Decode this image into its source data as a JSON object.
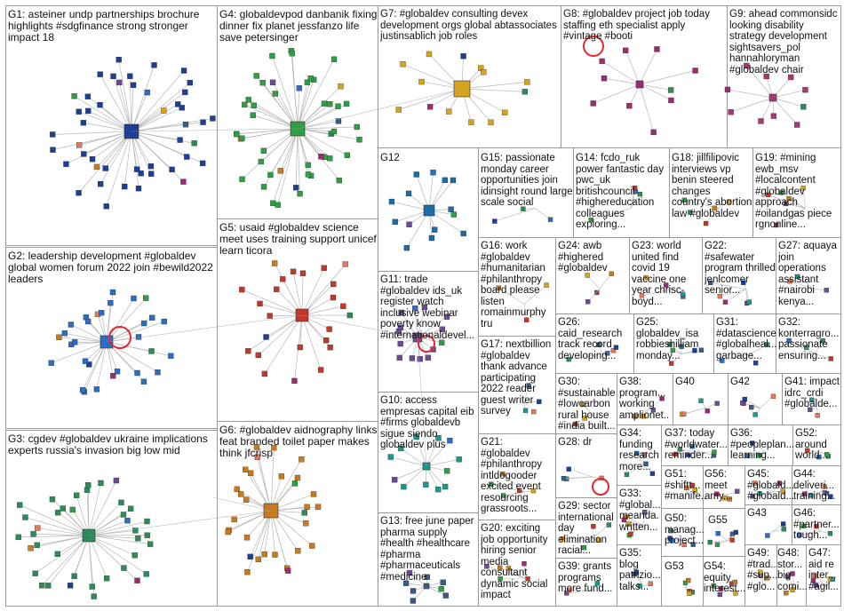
{
  "colors": {
    "border": "#9a9a9a",
    "edge": "#b8b8b8",
    "highlight_edge": "#e0292f",
    "g1": "#1f3f97",
    "g2": "#2b6cc4",
    "g3": "#2e8b57",
    "g4": "#2f9e44",
    "g5": "#c0392b",
    "g6": "#c57b1f",
    "g7": "#d4a21e",
    "g8": "#9b2d6f"
  },
  "groups": [
    {
      "id": "G1",
      "label": "G1: asteiner undp partnerships brochure highlights #sdgfinance strong stronger impact 18"
    },
    {
      "id": "G2",
      "label": "G2: leadership development #globaldev global women forum 2022 join #bewild2022 leaders"
    },
    {
      "id": "G3",
      "label": "G3: cgdev #globaldev ukraine implications experts russia's invasion big low mid"
    },
    {
      "id": "G4",
      "label": "G4: globaldevpod danbanik fixing dinner fix planet jessfanzo life save petersinger"
    },
    {
      "id": "G5",
      "label": "G5: usaid #globaldev science meet uses training support unicef learn ticora"
    },
    {
      "id": "G6",
      "label": "G6: #globaldev aidnography links feat branded toilet paper makes think jfcrisp"
    },
    {
      "id": "G7",
      "label": "G7: #globaldev consulting devex development orgs global abtassociates justinsablich job roles"
    },
    {
      "id": "G8",
      "label": "G8: #globaldev project job today staffing eth specialist apply #vintage #booti"
    },
    {
      "id": "G9",
      "label": "G9: ahead commonsidc looking disability strategy development sightsavers_pol hannahloryman #globaldev chair"
    },
    {
      "id": "G10",
      "label": "G10: access empresas capital eib #firms globaldevb sigue siendo globaldev plus"
    },
    {
      "id": "G11",
      "label": "G11: trade #globaldev ids_uk register watch inclusive webinar poverty know #internationaldevel..."
    },
    {
      "id": "G12",
      "label": "G12"
    },
    {
      "id": "G13",
      "label": "G13: free june paper pharma supply #health #healthcare #pharma #pharmaceuticals #medicine"
    },
    {
      "id": "G14",
      "label": "G14: fcdo_ruk power fantastic day pwc_uk britishcouncil #highereducation colleagues exploring..."
    },
    {
      "id": "G15",
      "label": "G15: passionate monday career opportunities join idinsight round large scale social"
    },
    {
      "id": "G16",
      "label": "G16: work #globaldev #humanitarian #philanthropy board please listen romainmurphy tru"
    },
    {
      "id": "G17",
      "label": "G17: nextbillion #globaldev thank advance participating 2022 reader guest writer survey"
    },
    {
      "id": "G18",
      "label": "G18: jillfilipovic interviews vp benin steered changes country's abortion law #globaldev"
    },
    {
      "id": "G19",
      "label": "G19: #mining ewb_msv #localcontent #globaldev approach #oilandgas piece rgnonline..."
    },
    {
      "id": "G20",
      "label": "G20: exciting job opportunity hiring senior media consultant dynamic social impact"
    },
    {
      "id": "G21",
      "label": "G21: #globaldev #philanthropy intldogooder excited event resourcing grassroots..."
    },
    {
      "id": "G22",
      "label": "G22: #safewater program thrilled jenlcomer senior..."
    },
    {
      "id": "G23",
      "label": "G23: world united find covid 19 vaccine one year chrisc­boyd..."
    },
    {
      "id": "G24",
      "label": "G24: awb #highered #globaldev"
    },
    {
      "id": "G25",
      "label": "G25: globaldev_isa robbieshilliam monday..."
    },
    {
      "id": "G26",
      "label": "G26: caid_research track record developing..."
    },
    {
      "id": "G27",
      "label": "G27: aquaya join operations assistant #nairobi kenya..."
    },
    {
      "id": "G28",
      "label": "G28: dr"
    },
    {
      "id": "G29",
      "label": "G29: sector international day elimination racial..."
    },
    {
      "id": "G30",
      "label": "G30: #sustainable #lowcarbon rural house #india built..."
    },
    {
      "id": "G31",
      "label": "G31: #datascience #globalheal... garbage..."
    },
    {
      "id": "G32",
      "label": "G32: konterragro... passionate ensuring..."
    },
    {
      "id": "G33",
      "label": "G33: #global... meanda... written..."
    },
    {
      "id": "G34",
      "label": "G34: funding research more..."
    },
    {
      "id": "G35",
      "label": "G35: blog patrizio... talks..."
    },
    {
      "id": "G36",
      "label": "G36: #peopleplan... learning..."
    },
    {
      "id": "G37",
      "label": "G37: today #worldwater... reminder..."
    },
    {
      "id": "G38",
      "label": "G38: program... working amplionet..."
    },
    {
      "id": "G39",
      "label": "G39: grants programs more fund..."
    },
    {
      "id": "G40",
      "label": "G40"
    },
    {
      "id": "G41",
      "label": "G41: impact idrc_crdi #globalde..."
    },
    {
      "id": "G42",
      "label": "G42"
    },
    {
      "id": "G43",
      "label": "G43"
    },
    {
      "id": "G44",
      "label": "G44: deliveri... training..."
    },
    {
      "id": "G45",
      "label": "G45: #globald... #globald..."
    },
    {
      "id": "G46",
      "label": "G46: #partner... tough..."
    },
    {
      "id": "G47",
      "label": "G47: aid re inter... #agil..."
    },
    {
      "id": "G48",
      "label": "G48: stor... big comi..."
    },
    {
      "id": "G49",
      "label": "G49: #trad... #sup... #glo..."
    },
    {
      "id": "G50",
      "label": "G50: manag... project..."
    },
    {
      "id": "G51",
      "label": "G51: #shiftt... #manife..."
    },
    {
      "id": "G52",
      "label": "G52: around world..."
    },
    {
      "id": "G53",
      "label": "G53"
    },
    {
      "id": "G54",
      "label": "G54: equity interest..."
    },
    {
      "id": "G55",
      "label": "G55"
    },
    {
      "id": "G56",
      "label": "G56: meet amy..."
    }
  ]
}
